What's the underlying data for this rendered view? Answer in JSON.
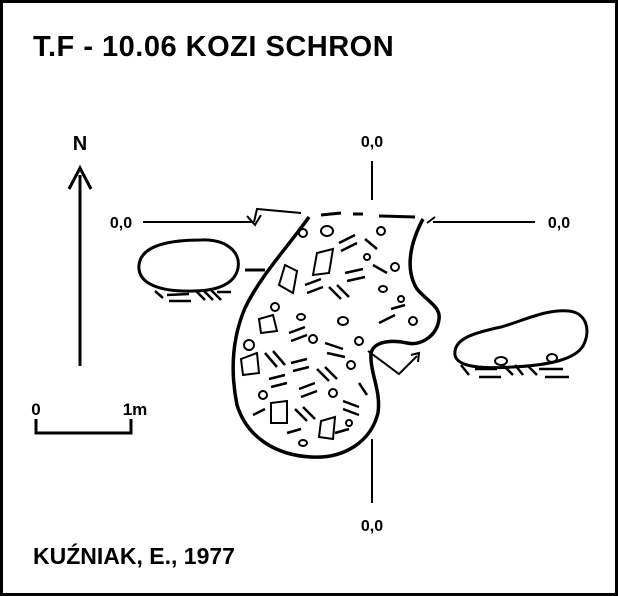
{
  "title": "T.F - 10.06  KOZI SCHRON",
  "author": "KUŹNIAK, E., 1977",
  "north_label": "N",
  "scale_bar": {
    "start_label": "0",
    "end_label": "1m"
  },
  "section_labels": {
    "top": "0,0",
    "bottom": "0,0",
    "left": "0,0",
    "right": "0,0"
  },
  "colors": {
    "ink": "#000000",
    "background": "#ffffff"
  }
}
